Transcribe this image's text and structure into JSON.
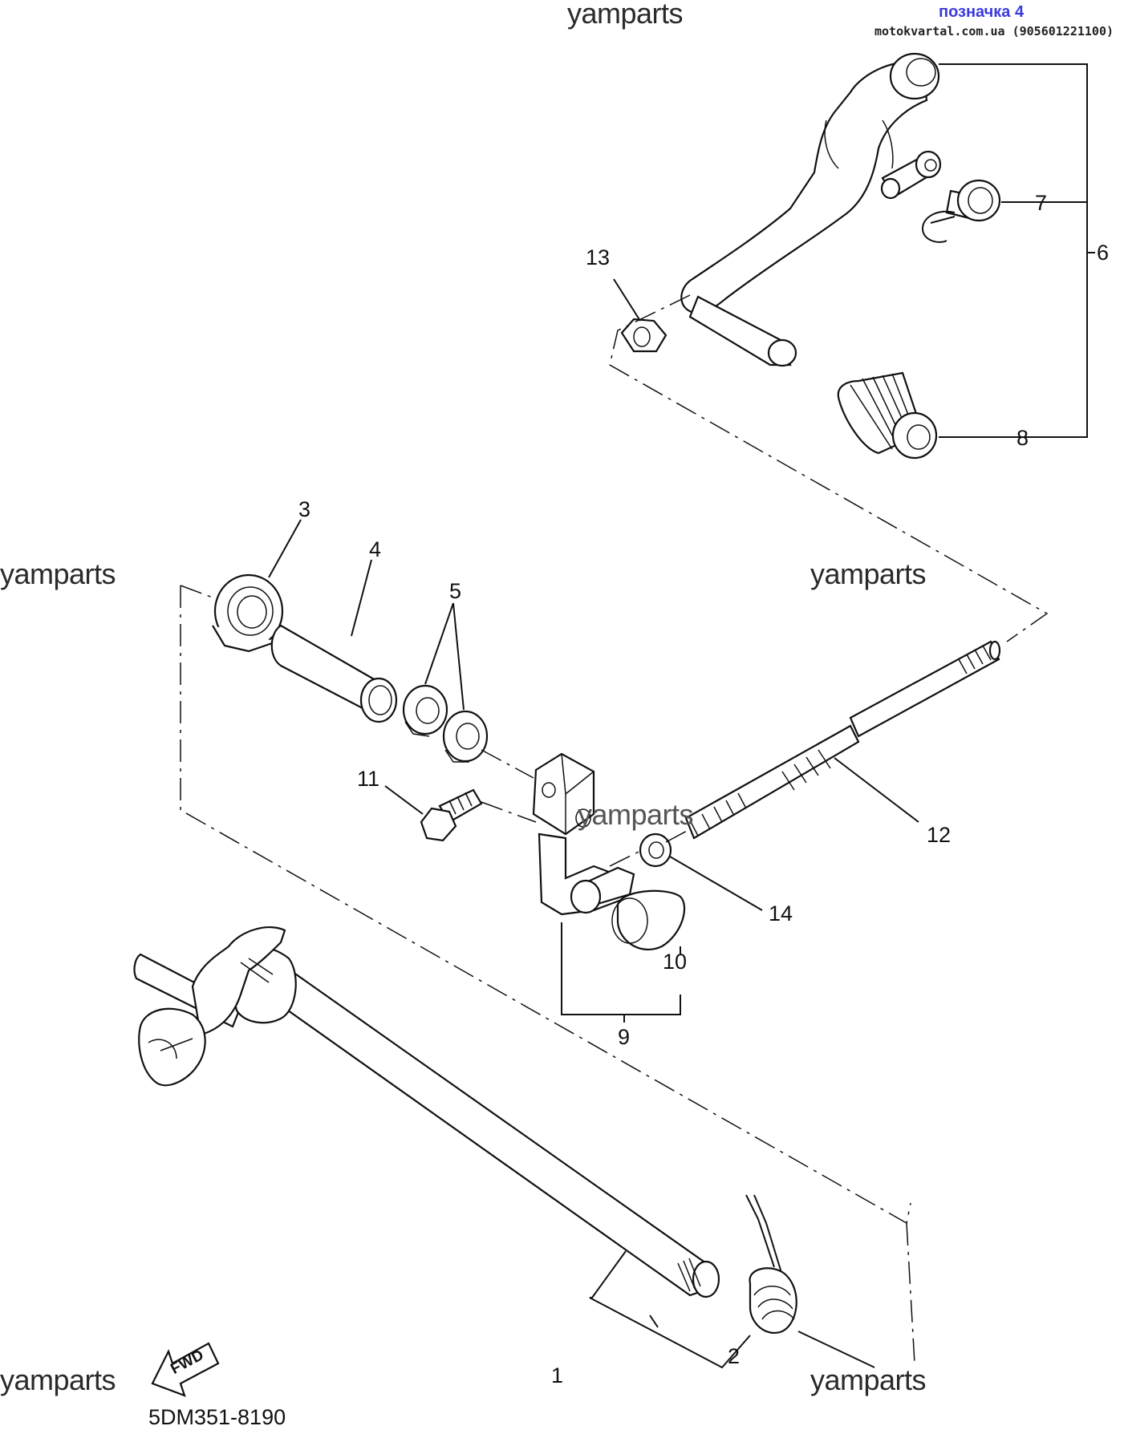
{
  "watermarks": {
    "top": "yamparts",
    "left_mid": "yamparts",
    "right_mid": "yamparts",
    "center": "yamparts",
    "bottom_left": "yamparts",
    "bottom_right": "yamparts"
  },
  "header": {
    "tag": "позначка 4",
    "site": "motokvartal.com.ua (905601221100)"
  },
  "callouts": {
    "c1": "1",
    "c2": "2",
    "c3": "3",
    "c4": "4",
    "c5": "5",
    "c6": "6",
    "c7": "7",
    "c8": "8",
    "c9": "9",
    "c10": "10",
    "c11": "11",
    "c12": "12",
    "c13": "13",
    "c14": "14"
  },
  "fwd_label": "FWD",
  "diagram_code": "5DM351-8190"
}
